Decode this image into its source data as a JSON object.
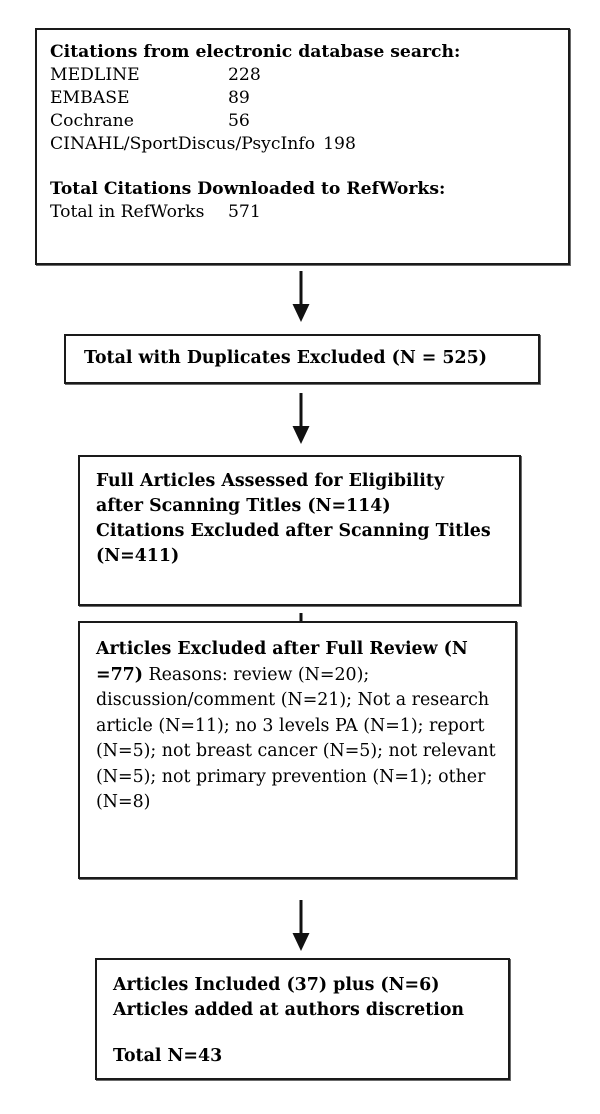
{
  "diagram": {
    "title": "Study selection flow diagram",
    "line_color": "#1a1a1a",
    "background": "#ffffff"
  },
  "nodes": {
    "citations": {
      "heading_1": "Citations from electronic database search:",
      "rows": [
        {
          "label": "MEDLINE",
          "value": "228"
        },
        {
          "label": "EMBASE",
          "value": "89"
        },
        {
          "label": "Cochrane",
          "value": "56"
        },
        {
          "label": "CINAHL/SportDiscus/PsycInfo",
          "value": "198"
        }
      ],
      "heading_2": "Total Citations Downloaded to RefWorks:",
      "total_row": {
        "label": "Total in RefWorks",
        "value": "571"
      }
    },
    "duplicates": {
      "text": "Total with Duplicates Excluded (N = 525)"
    },
    "assessed": {
      "line_1": "Full Articles Assessed for Eligibility",
      "line_2": "after Scanning Titles (N=114)",
      "line_3": "Citations Excluded after Scanning Titles",
      "line_4": "(N=411)"
    },
    "excluded": {
      "bold_lead": "Articles Excluded after Full Review (N =77)",
      "reasons_text": " Reasons: review (N=20); discussion/comment (N=21); Not a research article (N=11); no 3 levels PA (N=1); report (N=5); not breast cancer (N=5); not relevant (N=5); not primary prevention (N=1); other (N=8)"
    },
    "included": {
      "line_1": "Articles Included (37) plus (N=6)",
      "line_2": "Articles added at authors discretion",
      "total_line": "Total N=43"
    }
  },
  "arrows": {
    "a1_name": "arrow-citations-to-duplicates",
    "a2_name": "arrow-duplicates-to-assessed",
    "a3_name": "arrow-assessed-to-excluded",
    "a4_name": "arrow-excluded-to-included"
  },
  "chart_data": {
    "type": "table",
    "title": "Citations from electronic database search",
    "categories": [
      "MEDLINE",
      "EMBASE",
      "Cochrane",
      "CINAHL/SportDiscus/PsycInfo",
      "Total in RefWorks"
    ],
    "values": [
      228,
      89,
      56,
      198,
      571
    ],
    "flow_stages": [
      {
        "stage": "Total with Duplicates Excluded",
        "n": 525
      },
      {
        "stage": "Full Articles Assessed for Eligibility after Scanning Titles",
        "n": 114
      },
      {
        "stage": "Citations Excluded after Scanning Titles",
        "n": 411
      },
      {
        "stage": "Articles Excluded after Full Review",
        "n": 77
      },
      {
        "stage": "Articles Included",
        "n": 37
      },
      {
        "stage": "Articles added at authors discretion",
        "n": 6
      },
      {
        "stage": "Total",
        "n": 43
      }
    ],
    "exclusion_reasons": [
      {
        "reason": "review",
        "n": 20
      },
      {
        "reason": "discussion/comment",
        "n": 21
      },
      {
        "reason": "Not a research article",
        "n": 11
      },
      {
        "reason": "no 3 levels PA",
        "n": 1
      },
      {
        "reason": "report",
        "n": 5
      },
      {
        "reason": "not breast cancer",
        "n": 5
      },
      {
        "reason": "not relevant",
        "n": 5
      },
      {
        "reason": "not primary prevention",
        "n": 1
      },
      {
        "reason": "other",
        "n": 8
      }
    ]
  }
}
